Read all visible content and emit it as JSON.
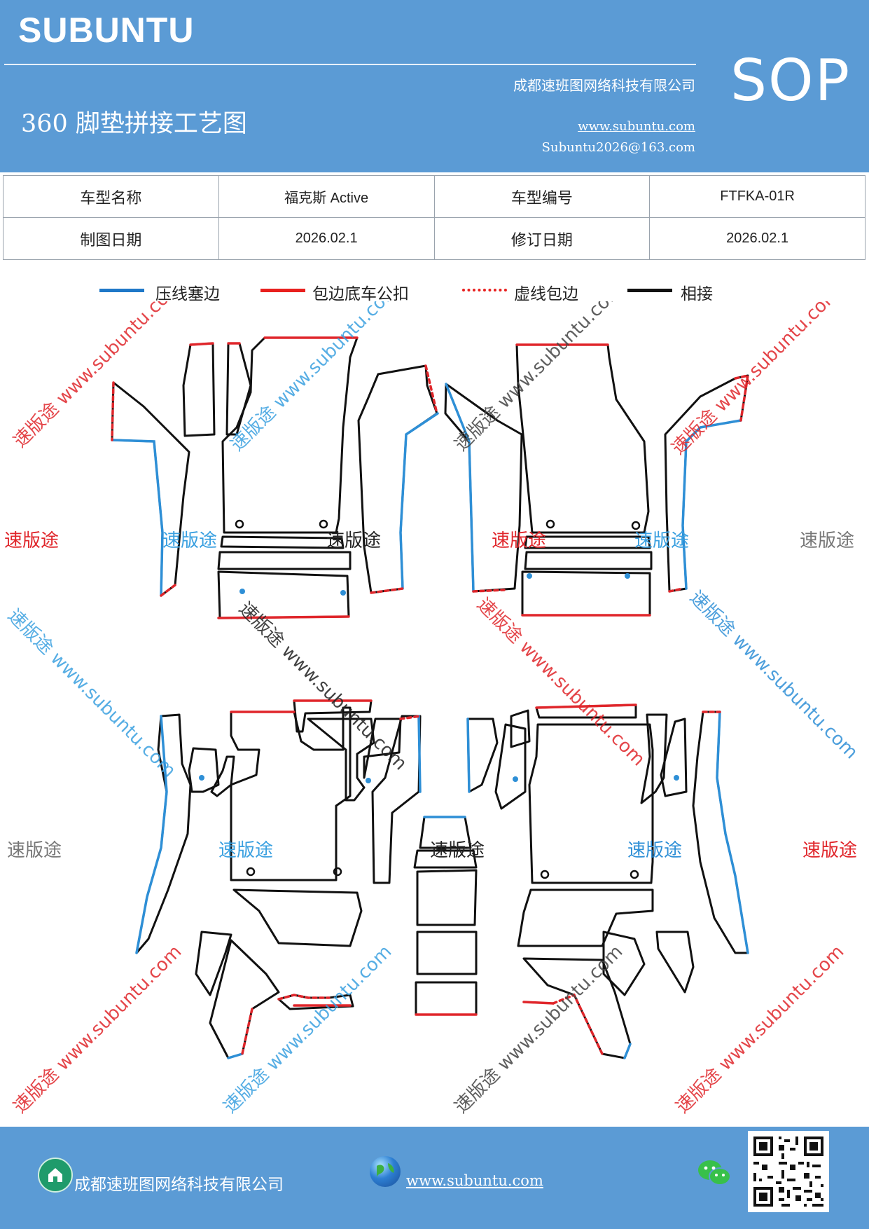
{
  "header": {
    "brand": "SUBUNTU",
    "company": "成都速班图网络科技有限公司",
    "doc_title": "360 脚垫拼接工艺图",
    "website": "www.subuntu.com",
    "email": "Subuntu2026@163.com",
    "sop": "SOP"
  },
  "info_table": {
    "rows": [
      [
        "车型名称",
        "福克斯 Active",
        "车型编号",
        "FTFKA-01R"
      ],
      [
        "制图日期",
        "2026.02.1",
        "修订日期",
        "2026.02.1"
      ]
    ]
  },
  "legend": {
    "items": [
      {
        "label": "压线塞边",
        "color": "#1f78c8",
        "style": "solid"
      },
      {
        "label": "包边底车公扣",
        "color": "#e8201e",
        "style": "solid"
      },
      {
        "label": "虚线包边",
        "color": "#e8201e",
        "style": "dotted"
      },
      {
        "label": "相接",
        "color": "#111111",
        "style": "solid"
      }
    ]
  },
  "colors": {
    "header_bg": "#5b9bd5",
    "stitch_blue": "#2e8fd6",
    "edge_red": "#e0262b",
    "outline": "#111111"
  },
  "watermarks": {
    "word": "速版途",
    "diagonal": "速版途 www.subuntu.com"
  },
  "footer": {
    "company": "成都速班图网络科技有限公司",
    "website": "www.subuntu.com "
  },
  "icons": {
    "home": "home-icon",
    "globe": "globe-icon",
    "wechat": "wechat-icon",
    "qr": "qr-code"
  }
}
